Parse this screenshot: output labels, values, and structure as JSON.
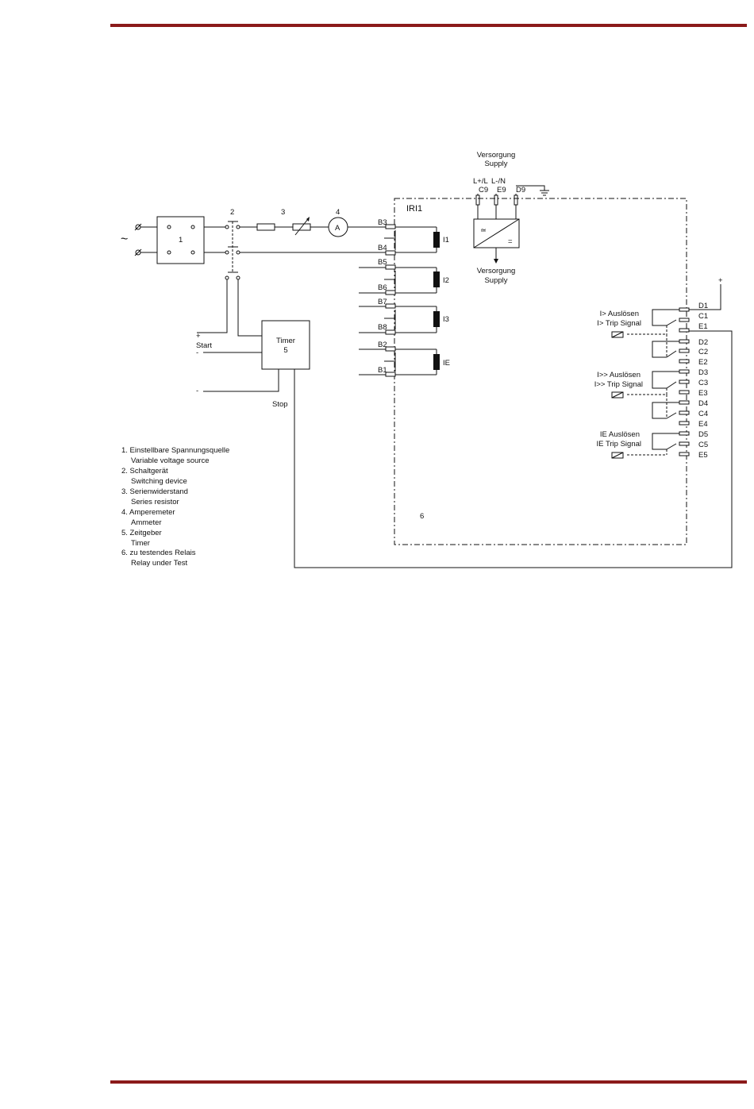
{
  "colors": {
    "rule": "#8b1a1a",
    "line": "#111111"
  },
  "supply": {
    "top": "Versorgung",
    "top2": "Supply",
    "bottom": "Versorgung",
    "bottom2": "Supply",
    "lplus": "L+/L",
    "lminus": "L-/N",
    "c9": "C9",
    "e9": "E9",
    "d9": "D9",
    "ac": "≃",
    "dc": "="
  },
  "relay": {
    "name": "IRI1",
    "number": "6"
  },
  "source": {
    "tilde": "~",
    "num": "1"
  },
  "numbers": {
    "n2": "2",
    "n3": "3",
    "n4": "4"
  },
  "ammeter": "A",
  "timer": {
    "label": "Timer",
    "num": "5",
    "start": "Start",
    "stop": "Stop",
    "plus": "+",
    "minus1": "-",
    "minus2": "-"
  },
  "inputs": {
    "b3": "B3",
    "b4": "B4",
    "b5": "B5",
    "b6": "B6",
    "b7": "B7",
    "b8": "B8",
    "b2": "B2",
    "b1": "B1",
    "i1": "I1",
    "i2": "I2",
    "i3": "I3",
    "ie": "IE"
  },
  "outputs": {
    "plus": "+",
    "d1": "D1",
    "c1": "C1",
    "e1": "E1",
    "d2": "D2",
    "c2": "C2",
    "e2": "E2",
    "d3": "D3",
    "c3": "C3",
    "e3": "E3",
    "d4": "D4",
    "c4": "C4",
    "e4": "E4",
    "d5": "D5",
    "c5": "C5",
    "e5": "E5",
    "trip1_de": "I> Auslösen",
    "trip1_en": "I> Trip Signal",
    "trip2_de": "I>> Auslösen",
    "trip2_en": "I>> Trip Signal",
    "trip3_de": "IE Auslösen",
    "trip3_en": "IE Trip Signal"
  },
  "legend": [
    {
      "de": "1. Einstellbare Spannungsquelle",
      "en": "Variable voltage source"
    },
    {
      "de": "2. Schaltgerät",
      "en": "Switching device"
    },
    {
      "de": "3. Serienwiderstand",
      "en": "Series resistor"
    },
    {
      "de": "4. Amperemeter",
      "en": "Ammeter"
    },
    {
      "de": "5. Zeitgeber",
      "en": "Timer"
    },
    {
      "de": "6. zu testendes Relais",
      "en": "Relay under Test"
    }
  ]
}
